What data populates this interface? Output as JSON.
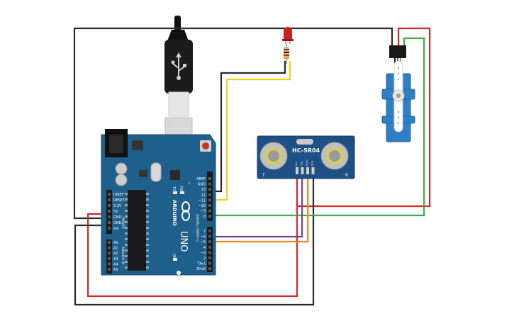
{
  "arduino": {
    "brand": "ARDUINO",
    "model": "UNO",
    "tx_label": "TX",
    "rx_label": "RX",
    "on_label": "ON",
    "l_label": "L",
    "digital_header_label": "DIGITAL (PWM ~)",
    "power_header_label": "POWER",
    "analog_header_label": "ANALOG IN",
    "ioref_label": "IOREF",
    "top_pins": [
      "AREF",
      "GND",
      "13",
      "12",
      "~11",
      "~10",
      "~9",
      "8"
    ],
    "bottom_pins": [
      "7",
      "~6",
      "~5",
      "4",
      "~3",
      "2",
      "TX▸1",
      "RX◂0"
    ],
    "power_pins": [
      "IOREF",
      "RESET",
      "3.3V",
      "5V",
      "GND",
      "GND",
      "Vin"
    ],
    "analog_pins": [
      "A0",
      "A1",
      "A2",
      "A3",
      "A4",
      "A5"
    ]
  },
  "sensor": {
    "model": "HC-SR04",
    "left_mark": "T",
    "right_mark": "R",
    "pins": [
      "Vcc",
      "Trig",
      "Echo",
      "Gnd"
    ]
  },
  "colors": {
    "board": "#1f5f8b",
    "board_dark": "#174d72",
    "wire_black": "#2b2b2b",
    "wire_red": "#d62a2a",
    "wire_green": "#3fae49",
    "wire_yellow": "#f2d21b",
    "wire_purple": "#7b3fa0",
    "wire_orange": "#f08a1e",
    "servo": "#2f7fc4",
    "led": "#c81f1f"
  }
}
